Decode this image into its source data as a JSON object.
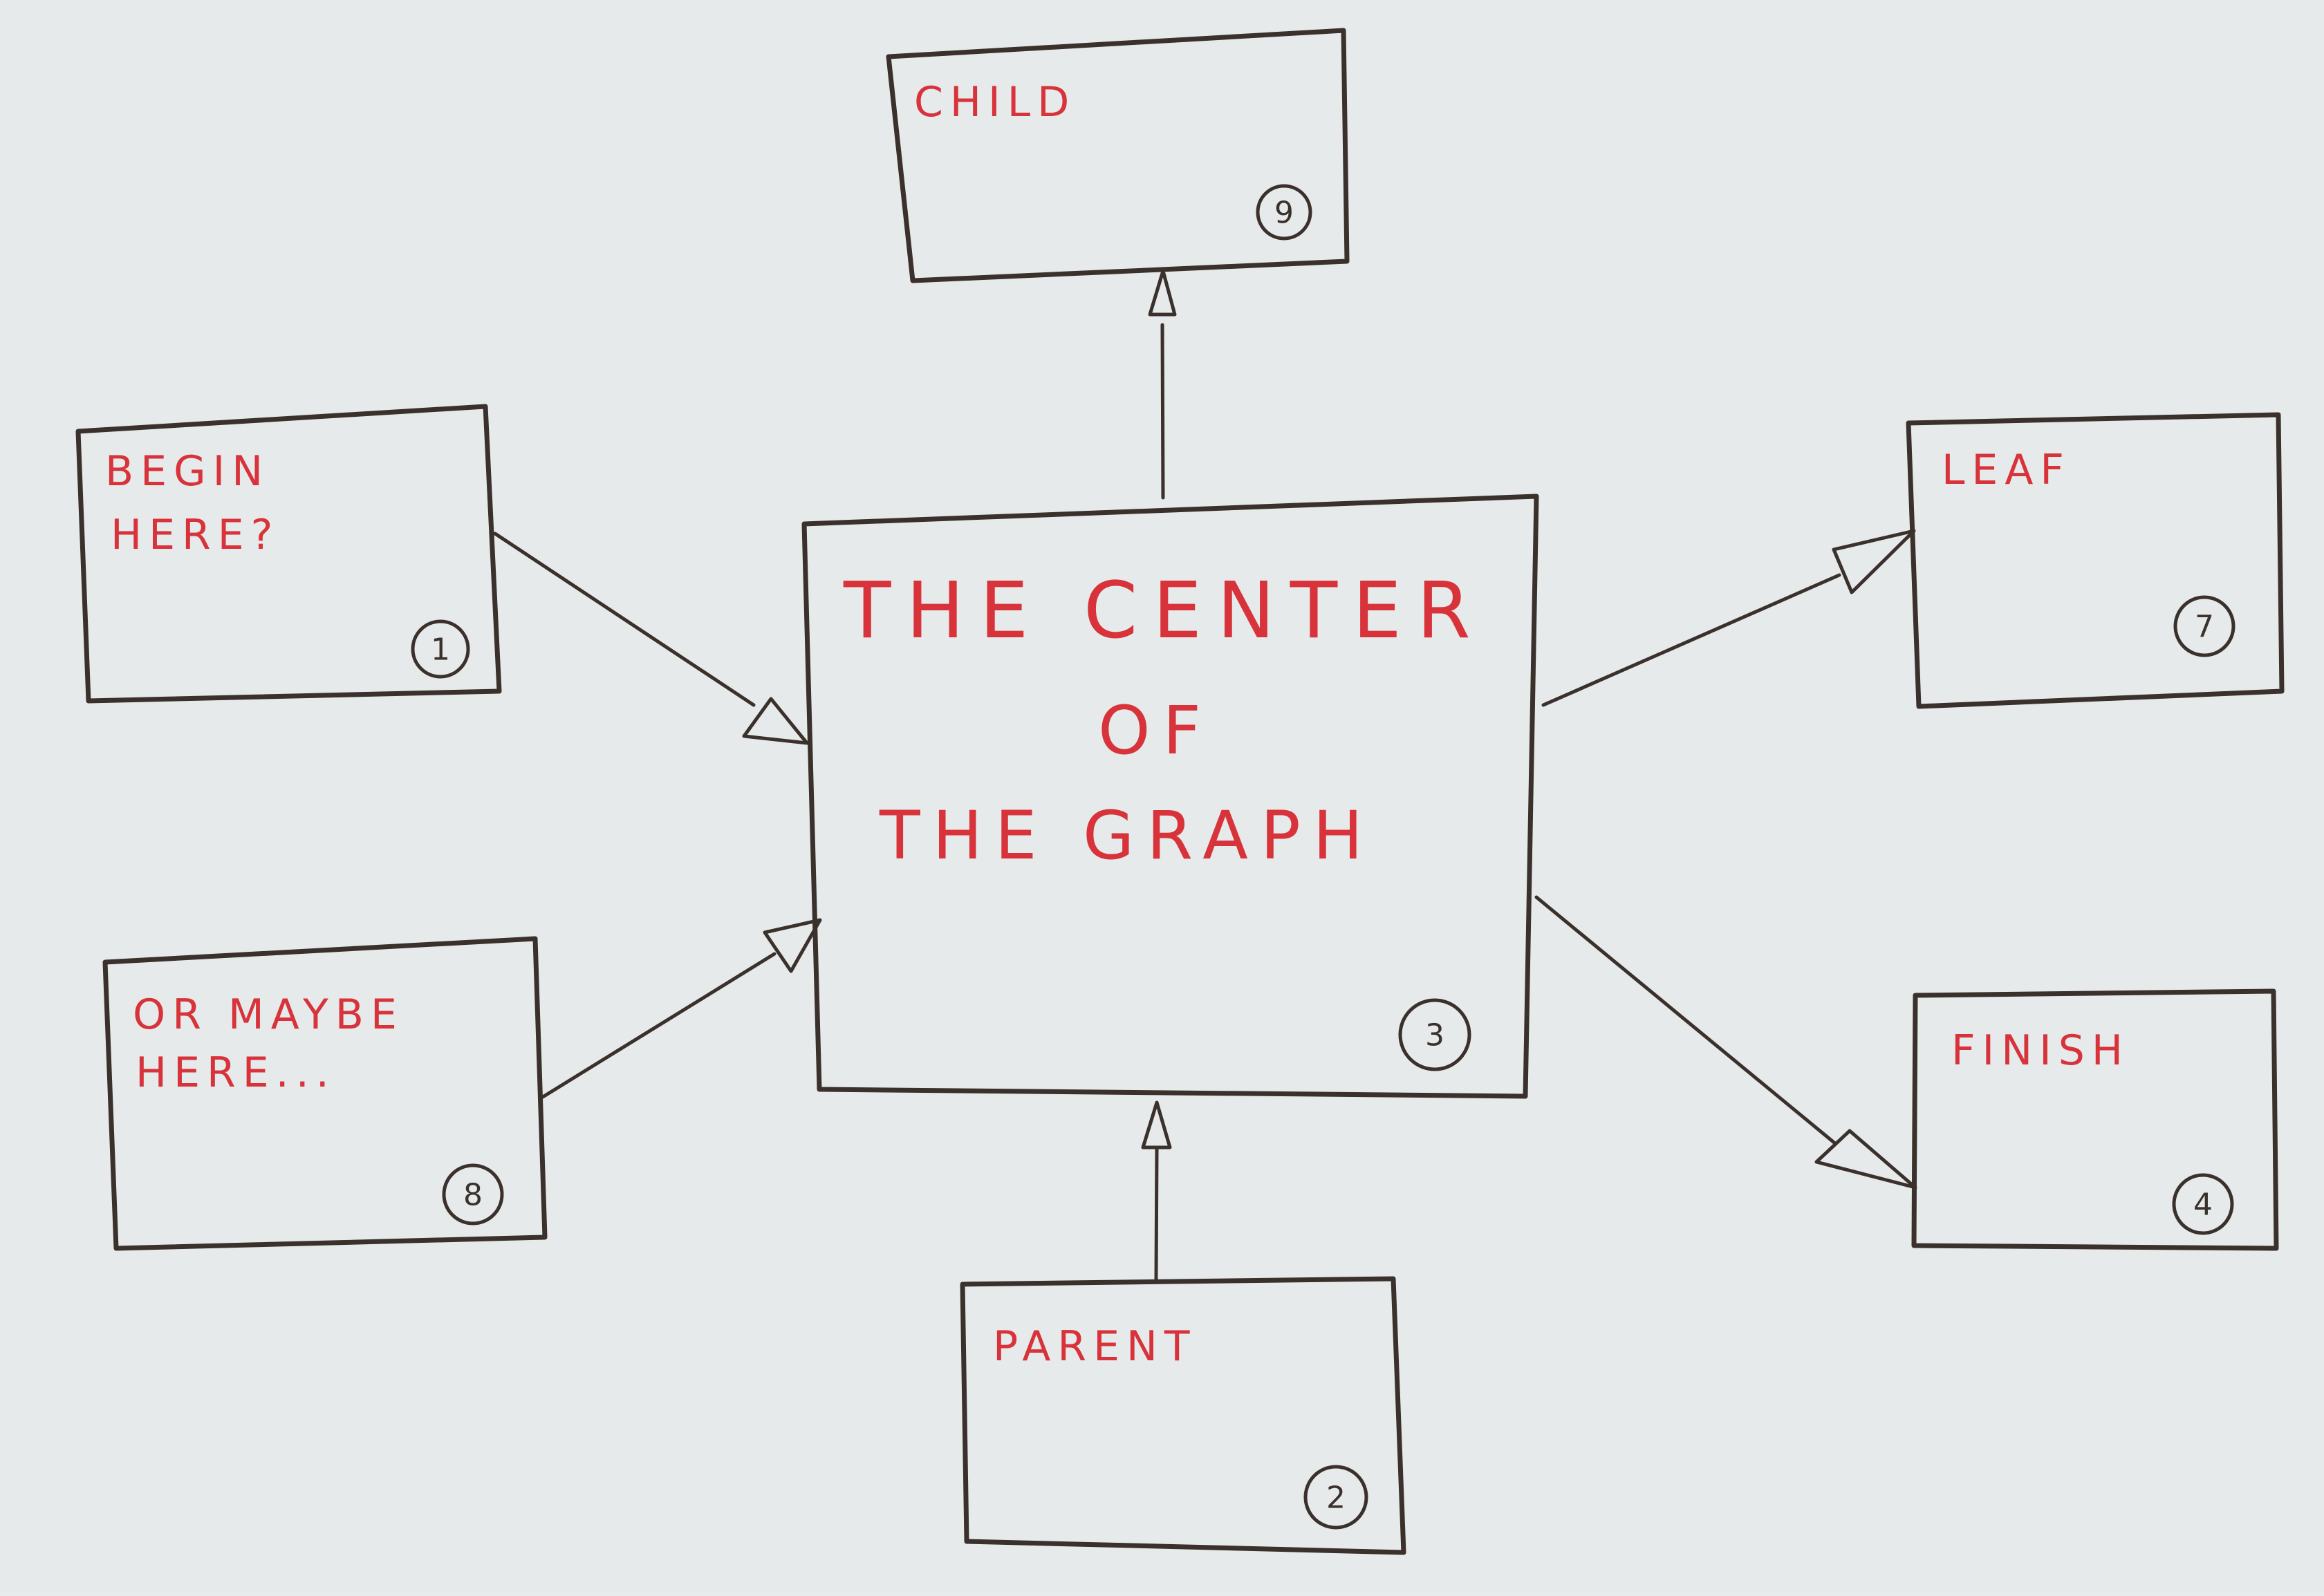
{
  "diagram": {
    "nodes": [
      {
        "id": "child",
        "lines": [
          "CHILD"
        ],
        "number": "9"
      },
      {
        "id": "begin",
        "lines": [
          "BEGIN",
          "HERE?"
        ],
        "number": "1"
      },
      {
        "id": "center",
        "lines": [
          "THE CENTER",
          "OF",
          "THE GRAPH"
        ],
        "number": "3"
      },
      {
        "id": "leaf",
        "lines": [
          "LEAF"
        ],
        "number": "7"
      },
      {
        "id": "maybe",
        "lines": [
          "OR MAYBE",
          "HERE..."
        ],
        "number": "8"
      },
      {
        "id": "finish",
        "lines": [
          "FINISH"
        ],
        "number": "4"
      },
      {
        "id": "parent",
        "lines": [
          "PARENT"
        ],
        "number": "2"
      }
    ],
    "edges": [
      {
        "from": "center",
        "to": "child"
      },
      {
        "from": "begin",
        "to": "center"
      },
      {
        "from": "maybe",
        "to": "center"
      },
      {
        "from": "center",
        "to": "leaf"
      },
      {
        "from": "center",
        "to": "finish"
      },
      {
        "from": "parent",
        "to": "center"
      }
    ],
    "colors": {
      "ink": "#3a302c",
      "text": "#d8323a",
      "paper": "#e6eaea"
    }
  }
}
